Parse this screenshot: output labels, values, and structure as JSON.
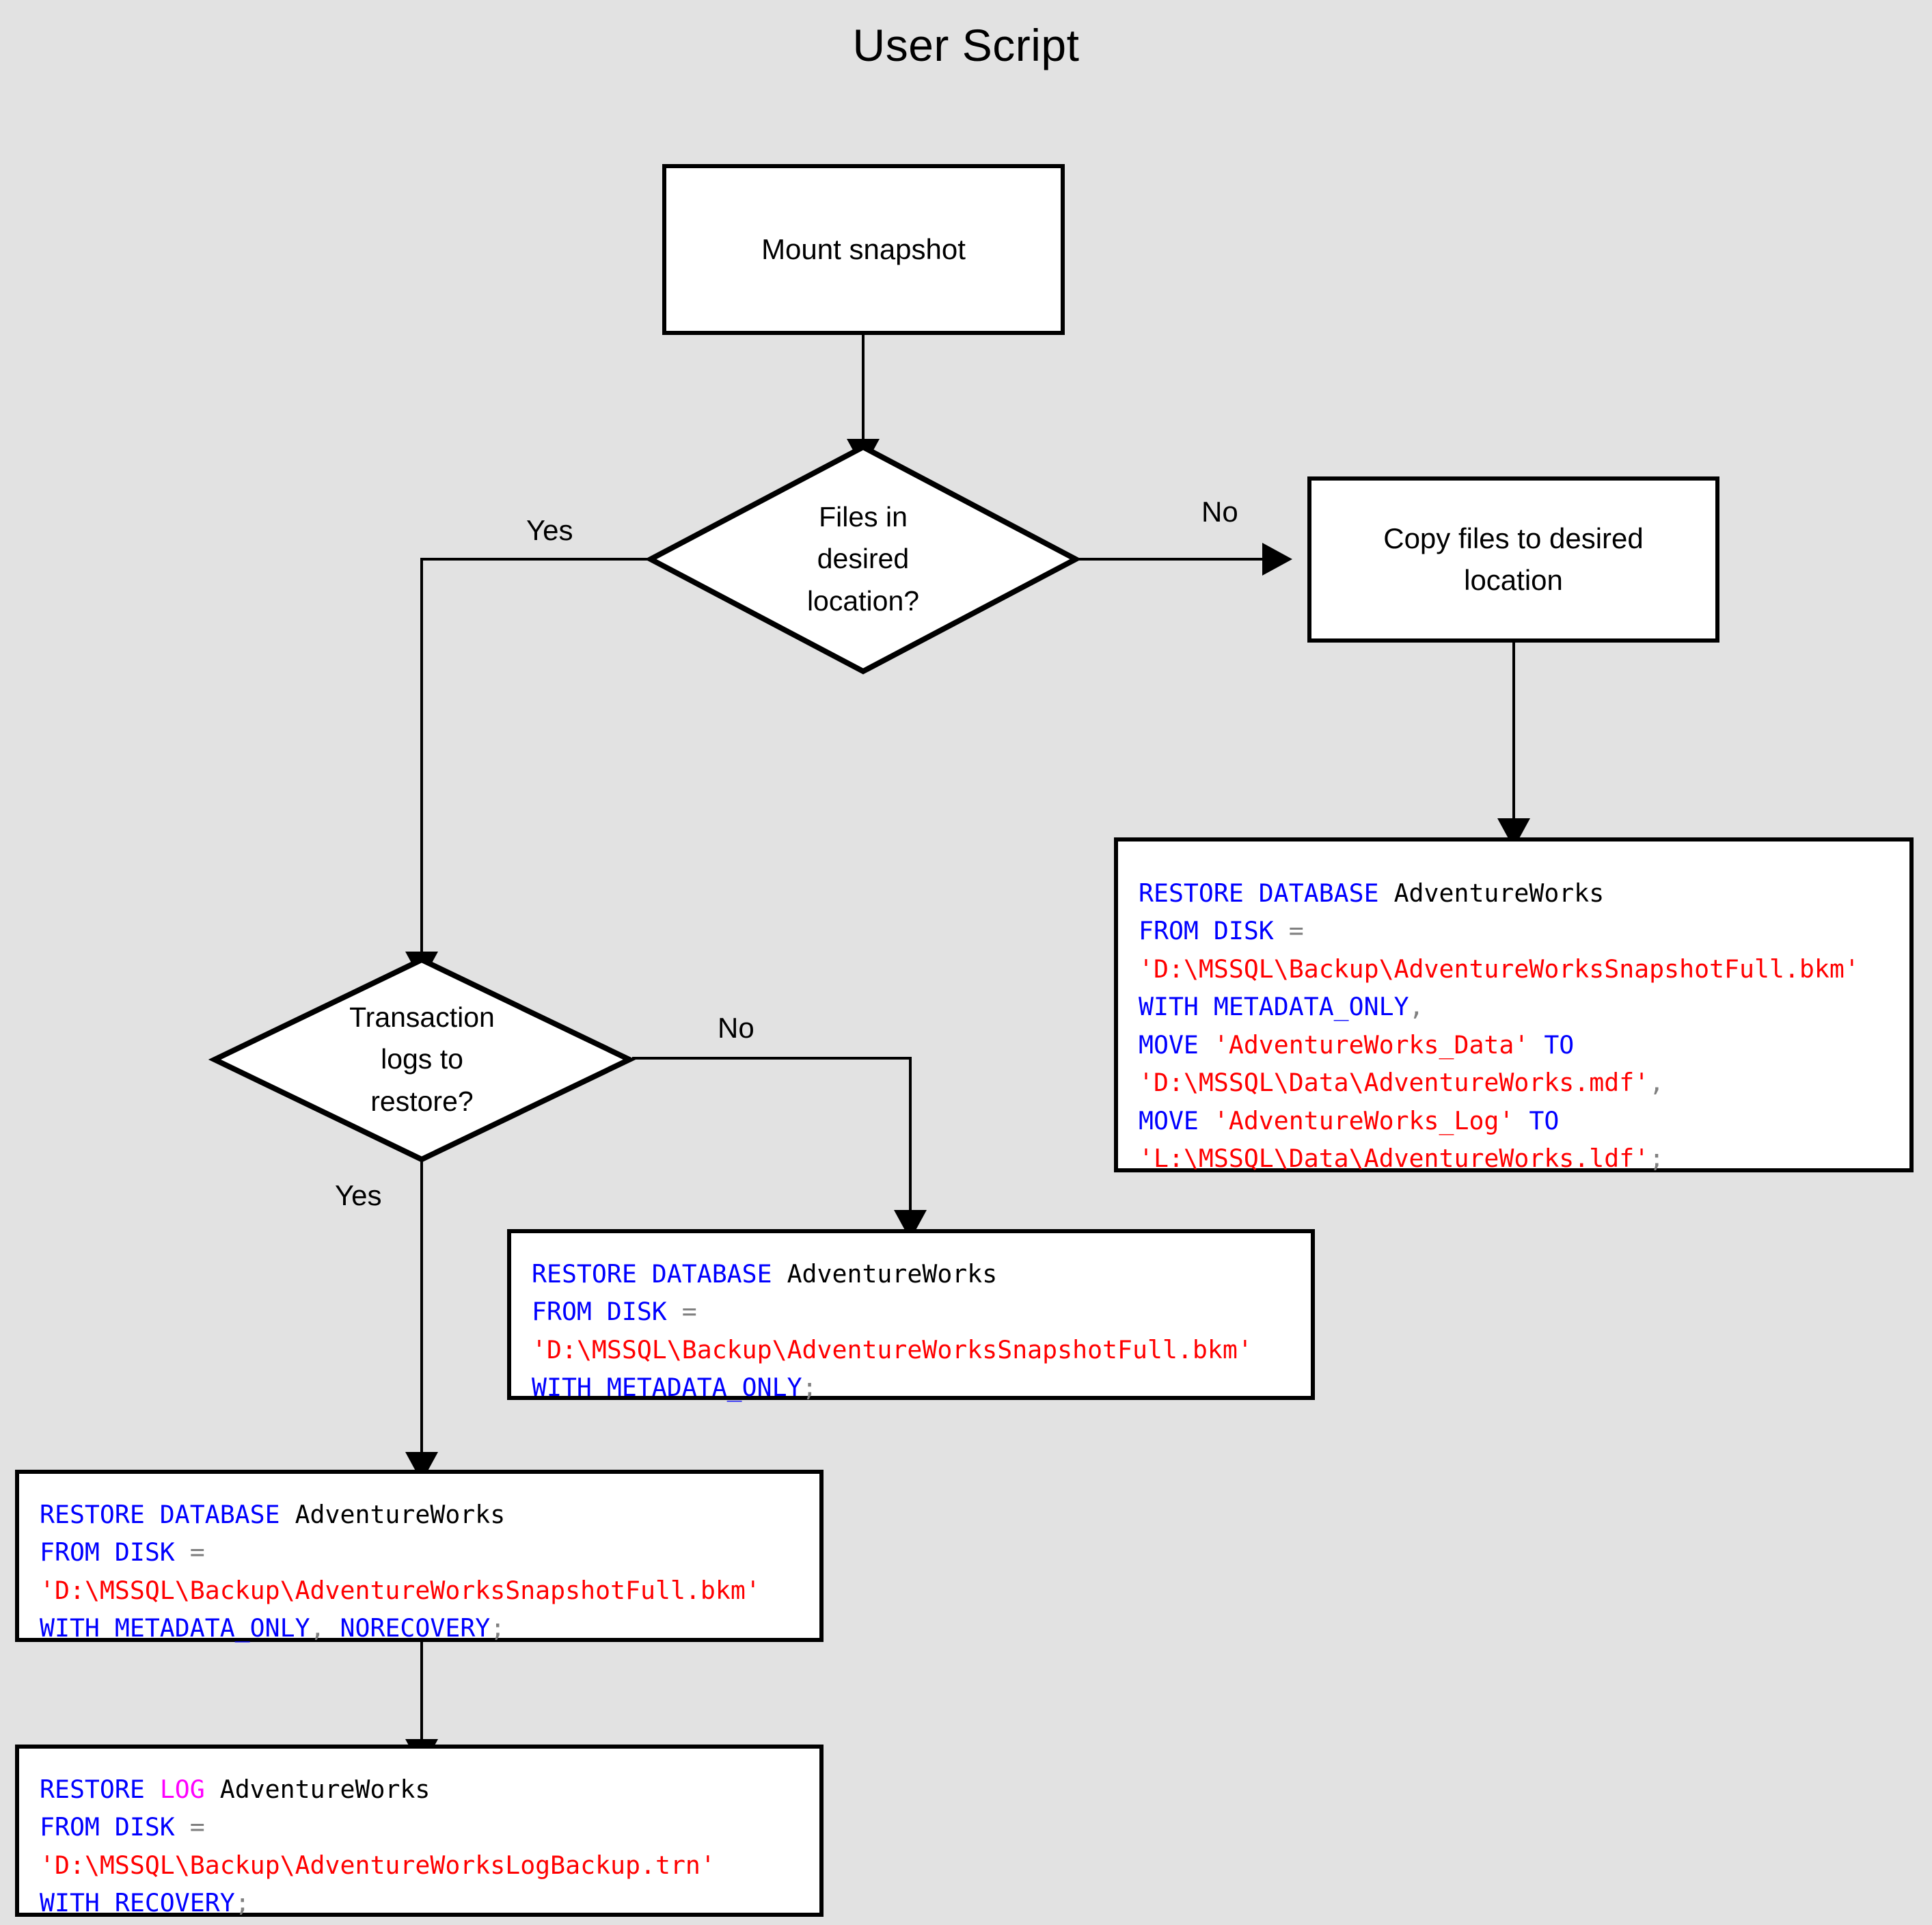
{
  "title": "User Script",
  "nodes": {
    "mount": {
      "label": "Mount snapshot"
    },
    "decision_files": {
      "line1": "Files in",
      "line2": "desired",
      "line3": "location?"
    },
    "copy_files": {
      "label": "Copy files to desired location"
    },
    "decision_logs": {
      "line1": "Transaction",
      "line2": "logs to",
      "line3": "restore?"
    }
  },
  "edge_labels": {
    "files_yes": "Yes",
    "files_no": "No",
    "logs_no": "No",
    "logs_yes": "Yes"
  },
  "code_blocks": {
    "restore_with_move": {
      "lines": [
        [
          {
            "t": "RESTORE DATABASE ",
            "c": "kw"
          },
          {
            "t": "AdventureWorks",
            "c": "plain"
          }
        ],
        [
          {
            "t": "FROM DISK ",
            "c": "kw"
          },
          {
            "t": "=",
            "c": "pun"
          }
        ],
        [
          {
            "t": "'D:\\MSSQL\\Backup\\AdventureWorksSnapshotFull.bkm'",
            "c": "str"
          }
        ],
        [
          {
            "t": "WITH METADATA_ONLY",
            "c": "kw"
          },
          {
            "t": ",",
            "c": "pun"
          }
        ],
        [
          {
            "t": "MOVE ",
            "c": "kw"
          },
          {
            "t": "'AdventureWorks_Data'",
            "c": "str"
          },
          {
            "t": " TO",
            "c": "kw"
          }
        ],
        [
          {
            "t": "'D:\\MSSQL\\Data\\AdventureWorks.mdf'",
            "c": "str"
          },
          {
            "t": ",",
            "c": "pun"
          }
        ],
        [
          {
            "t": "MOVE ",
            "c": "kw"
          },
          {
            "t": "'AdventureWorks_Log'",
            "c": "str"
          },
          {
            "t": " TO",
            "c": "kw"
          }
        ],
        [
          {
            "t": "'L:\\MSSQL\\Data\\AdventureWorks.ldf'",
            "c": "str"
          },
          {
            "t": ";",
            "c": "pun"
          }
        ]
      ]
    },
    "restore_metadata_only": {
      "lines": [
        [
          {
            "t": "RESTORE DATABASE ",
            "c": "kw"
          },
          {
            "t": "AdventureWorks",
            "c": "plain"
          }
        ],
        [
          {
            "t": "FROM DISK ",
            "c": "kw"
          },
          {
            "t": "=",
            "c": "pun"
          }
        ],
        [
          {
            "t": "'D:\\MSSQL\\Backup\\AdventureWorksSnapshotFull.bkm'",
            "c": "str"
          }
        ],
        [
          {
            "t": "WITH METADATA_ONLY",
            "c": "kw"
          },
          {
            "t": ";",
            "c": "pun"
          }
        ]
      ]
    },
    "restore_norecovery": {
      "lines": [
        [
          {
            "t": "RESTORE DATABASE ",
            "c": "kw"
          },
          {
            "t": "AdventureWorks",
            "c": "plain"
          }
        ],
        [
          {
            "t": "FROM DISK ",
            "c": "kw"
          },
          {
            "t": "=",
            "c": "pun"
          }
        ],
        [
          {
            "t": "'D:\\MSSQL\\Backup\\AdventureWorksSnapshotFull.bkm'",
            "c": "str"
          }
        ],
        [
          {
            "t": "WITH METADATA_ONLY",
            "c": "kw"
          },
          {
            "t": ", ",
            "c": "pun"
          },
          {
            "t": "NORECOVERY",
            "c": "kw"
          },
          {
            "t": ";",
            "c": "pun"
          }
        ]
      ]
    },
    "restore_log": {
      "lines": [
        [
          {
            "t": "RESTORE ",
            "c": "kw"
          },
          {
            "t": "LOG",
            "c": "log"
          },
          {
            "t": " AdventureWorks",
            "c": "plain"
          }
        ],
        [
          {
            "t": "FROM DISK ",
            "c": "kw"
          },
          {
            "t": "=",
            "c": "pun"
          }
        ],
        [
          {
            "t": "'D:\\MSSQL\\Backup\\AdventureWorksLogBackup.trn'",
            "c": "str"
          }
        ],
        [
          {
            "t": "WITH RECOVERY",
            "c": "kw"
          },
          {
            "t": ";",
            "c": "pun"
          }
        ]
      ]
    }
  },
  "colors": {
    "background": "#e2e2e2",
    "shape_fill": "#ffffff",
    "shape_stroke": "#000000",
    "keyword": "#0000ff",
    "string": "#ff0000",
    "log_keyword": "#ff00ff",
    "punctuation": "#808080",
    "identifier": "#000000"
  }
}
